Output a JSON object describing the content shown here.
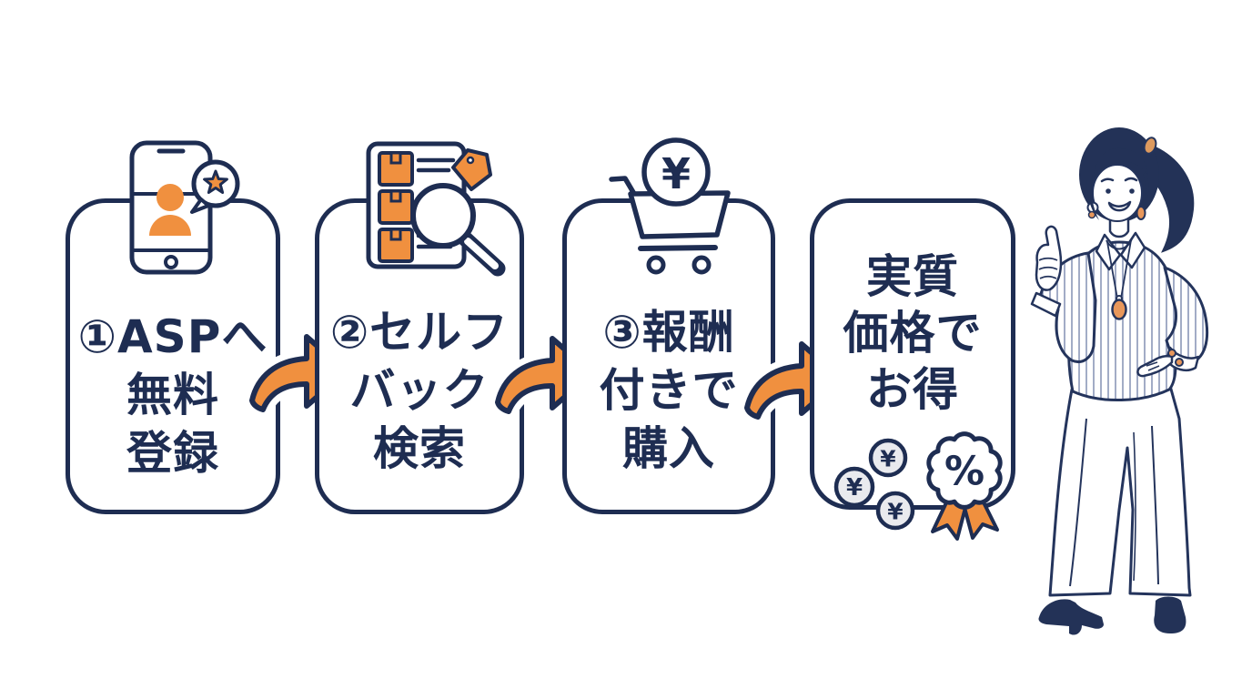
{
  "steps": [
    {
      "lines": [
        "①ASPへ",
        "無料",
        "登録"
      ],
      "icon": "smartphone-user-star-icon"
    },
    {
      "lines": [
        "②セルフ",
        "バック",
        "検索"
      ],
      "icon": "list-magnifier-tag-icon"
    },
    {
      "lines": [
        "③報酬",
        "付きで",
        "購入"
      ],
      "icon": "cart-yen-icon"
    },
    {
      "lines": [
        "実質",
        "価格で",
        "お得"
      ],
      "icon": "coins-percent-badge-icon"
    }
  ],
  "symbols": {
    "yen": "¥",
    "percent": "%"
  },
  "colors": {
    "navy": "#1e2d52",
    "orange": "#f0903f",
    "orange_light": "#e8975a",
    "coin_gray": "#e9eaee",
    "background": "#ffffff"
  },
  "figure": "woman-thumbs-up-illustration"
}
